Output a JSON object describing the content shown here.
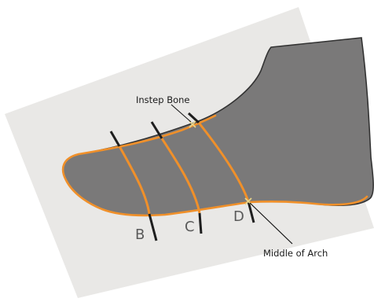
{
  "colors": {
    "paper": "#e9e8e6",
    "foot_fill": "#7a7979",
    "foot_outline": "#333333",
    "orange": "#f0902a",
    "line": "#1e1e1e",
    "marker": "#e7d58a"
  },
  "callouts": {
    "instep": "Instep Bone",
    "arch": "Middle of Arch"
  },
  "lines": {
    "b": "B",
    "c": "C",
    "d": "D"
  }
}
